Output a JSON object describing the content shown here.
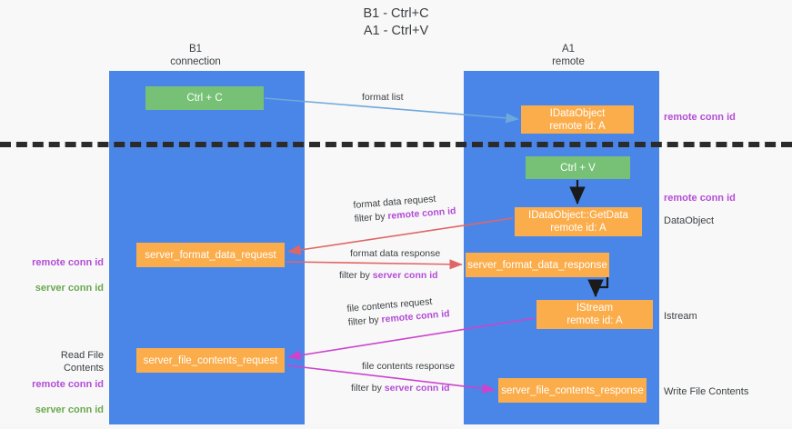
{
  "title": "B1 - Ctrl+C\nA1 - Ctrl+V",
  "colors": {
    "lane": "#4a86e8",
    "green_node": "#76c176",
    "orange_node": "#fbad4b",
    "remote_conn_id": "#b44cd6",
    "server_conn_id": "#6aa84f",
    "divider": "#2b2b2b",
    "background": "#f8f8f8"
  },
  "columns": [
    {
      "name": "B1",
      "subtitle": "connection",
      "header": "B1\nconnection"
    },
    {
      "name": "A1",
      "subtitle": "remote",
      "header": "A1\nremote"
    }
  ],
  "nodes": {
    "ctrl_c": "Ctrl + C",
    "idataobject_remote": "IDataObject\nremote id: A",
    "ctrl_v": "Ctrl + V",
    "getdata": "IDataObject::GetData\nremote id: A",
    "server_format_data_request": "server_format_data_request",
    "server_format_data_response": "server_format_data_response",
    "istream": "IStream\nremote id: A",
    "server_file_contents_request": "server_file_contents_request",
    "server_file_contents_response": "server_file_contents_response"
  },
  "captions": {
    "format_list": "format list",
    "format_data_request": "format data request",
    "format_data_request_filter_prefix": "filter by ",
    "format_data_request_filter_key": "remote conn id",
    "format_data_response": "format data response",
    "format_data_response_filter_prefix": "filter by ",
    "format_data_response_filter_key": "server conn id",
    "file_contents_request": "file contents request",
    "file_contents_request_filter_prefix": "filter by ",
    "file_contents_request_filter_key": "remote conn id",
    "file_contents_response": "file contents response",
    "file_contents_response_filter_prefix": "filter by ",
    "file_contents_response_filter_key": "server conn id"
  },
  "side_labels": {
    "remote_conn_id_top": "remote conn id",
    "remote_conn_id_mid": "remote conn id",
    "dataobject": "DataObject",
    "istream": "Istream",
    "write_file_contents": "Write File Contents",
    "read_file_contents": "Read File Contents",
    "left_remote_conn_id": "remote conn id",
    "left_server_conn_id": "server conn id",
    "left_remote_conn_id_2": "remote conn id",
    "left_server_conn_id_2": "server conn id"
  }
}
